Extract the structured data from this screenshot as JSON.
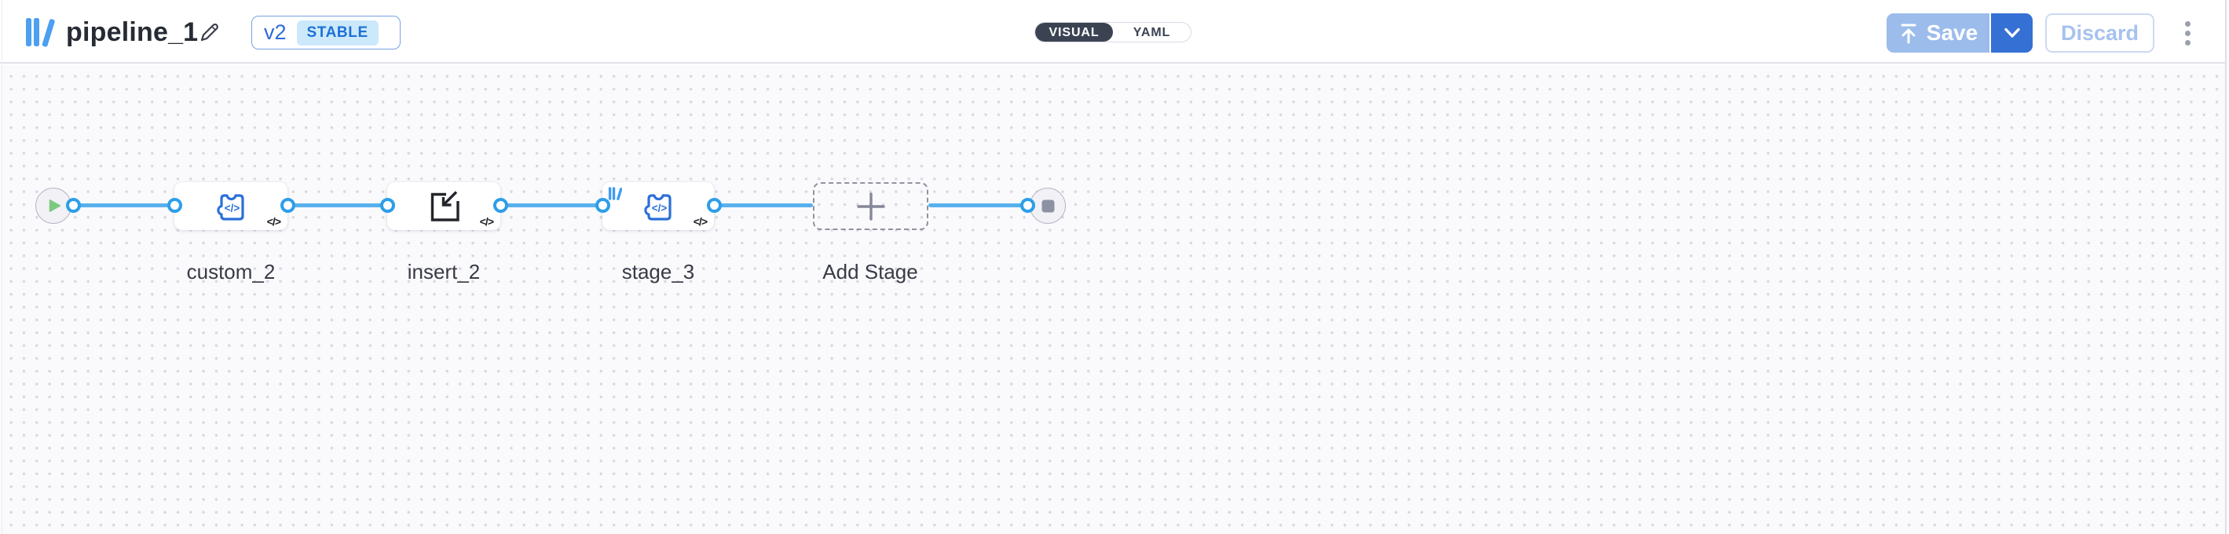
{
  "app": {
    "title": "pipeline_1",
    "version_label": "v2",
    "version_status": "STABLE",
    "view_modes": {
      "visual": "VISUAL",
      "yaml": "YAML",
      "selected": "VISUAL"
    },
    "save_label": "Save",
    "discard_label": "Discard"
  },
  "pipeline": {
    "nodes": [
      {
        "id": "start",
        "type": "start-node"
      },
      {
        "id": "custom_2",
        "label": "custom_2",
        "type": "custom-code-stage",
        "badge": "</>"
      },
      {
        "id": "insert_2",
        "label": "insert_2",
        "type": "insert-stage",
        "badge": "</>"
      },
      {
        "id": "stage_3",
        "label": "stage_3",
        "type": "custom-code-stage",
        "badge": "</>"
      },
      {
        "id": "add_stage",
        "label": "Add Stage",
        "type": "add-stage-placeholder"
      },
      {
        "id": "end",
        "type": "end-node"
      }
    ]
  },
  "icons": {
    "code_glyph": "</>"
  },
  "colors": {
    "accent_blue": "#2e6cd9",
    "edge_blue": "#58b1ec",
    "port_blue": "#2d9ee9",
    "logo_blue": "#4c9ff1",
    "save_ready_blue": "#3570d4",
    "save_muted_blue": "#9cbcec",
    "status_badge_bg": "#cce9fc",
    "toggle_dark": "#3b4353",
    "play_green": "#7cc97f",
    "stop_gray": "#8d92a3"
  }
}
